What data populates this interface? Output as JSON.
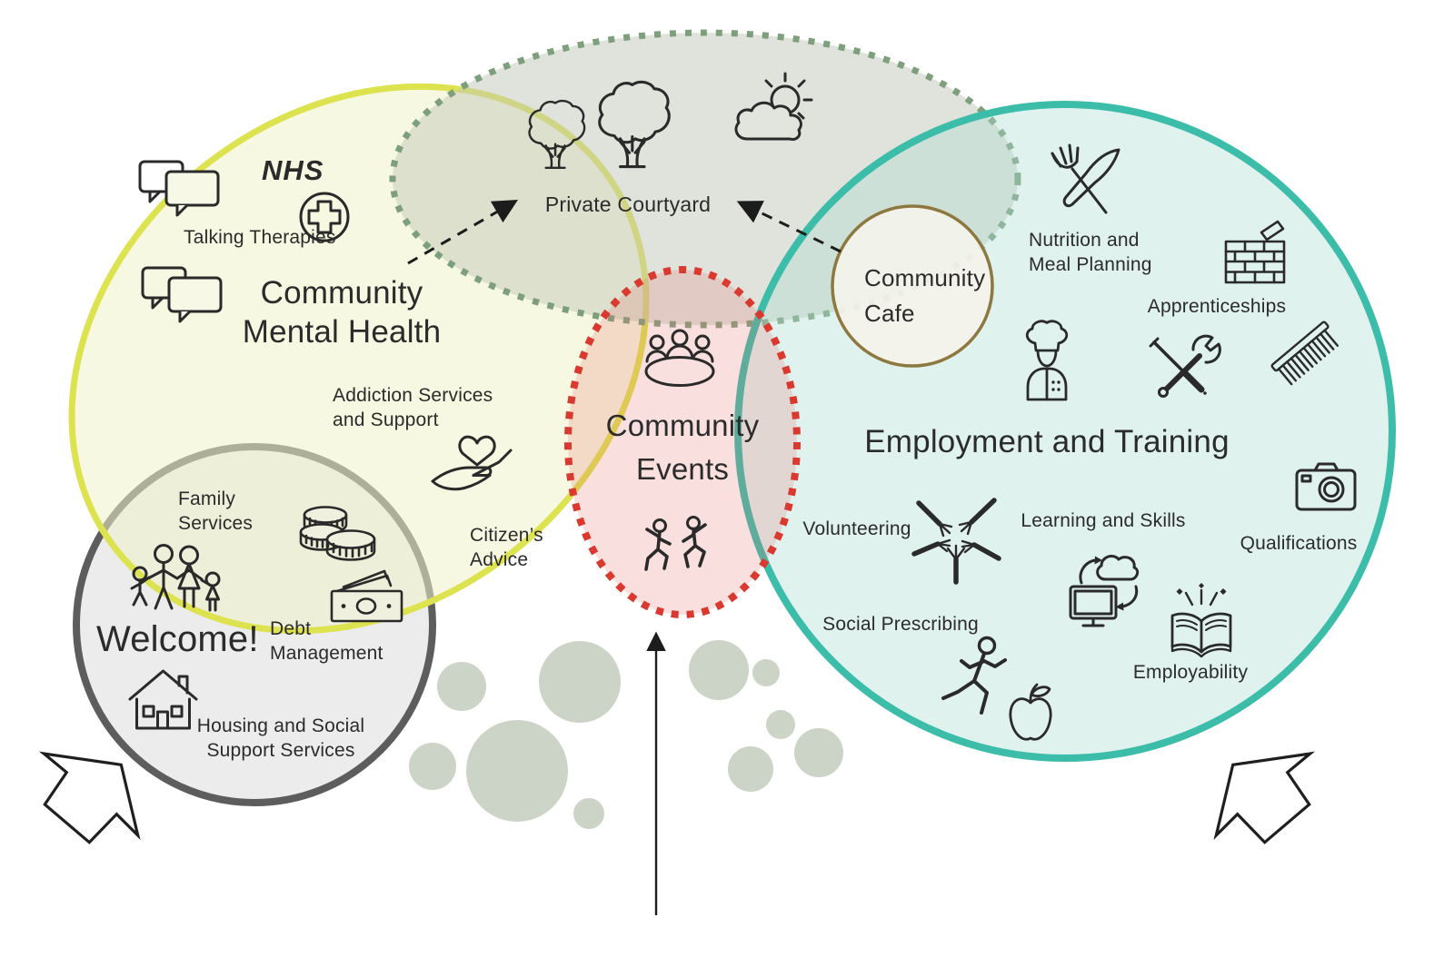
{
  "labels": {
    "talking_therapies": "Talking Therapies",
    "nhs": "NHS",
    "mental_health_title": "Community\nMental Health",
    "addiction": "Addiction Services\nand Support",
    "citizens_advice": "Citizen’s\nAdvice",
    "family_services": "Family\nServices",
    "welcome_title": "Welcome!",
    "debt_management": "Debt\nManagement",
    "housing": "Housing and Social\nSupport Services",
    "private_courtyard": "Private Courtyard",
    "community_cafe": "Community\nCafe",
    "community_events": "Community\nEvents",
    "nutrition": "Nutrition and\nMeal Planning",
    "apprenticeships": "Apprenticeships",
    "employment_title": "Employment and Training",
    "volunteering": "Volunteering",
    "learning_skills": "Learning and Skills",
    "qualifications": "Qualifications",
    "social_prescribing": "Social Prescribing",
    "employability": "Employability"
  },
  "colors": {
    "mental_health_border": "#dde24f",
    "mental_health_fill": "#f6f7e1",
    "courtyard_border": "#7d9f7b",
    "courtyard_fill": "#e4e7df",
    "employment_border": "#3bbda9",
    "employment_fill": "#e7f4f0",
    "events_border": "#da392f",
    "events_fill": "#f6dedd",
    "cafe_border": "#8d783f",
    "cafe_fill": "#f4f3ea",
    "welcome_border": "#5d5d5d",
    "welcome_fill": "#ececec",
    "scatter_dots": "#ccd4c7",
    "ink": "#2a2a2a"
  },
  "icons": [
    "speech-bubbles-icon",
    "nhs-cross-icon",
    "heart-in-hand-icon",
    "family-icon",
    "coins-icon",
    "banknote-icon",
    "house-icon",
    "tree-icon",
    "sun-cloud-icon",
    "meeting-table-icon",
    "dancing-people-icon",
    "fork-knife-icon",
    "brick-wall-icon",
    "chef-icon",
    "tools-icon",
    "comb-icon",
    "camera-icon",
    "hands-together-icon",
    "computer-cloud-icon",
    "open-book-icon",
    "runner-icon",
    "apple-icon",
    "up-arrow-icon",
    "corner-arrow-icon"
  ]
}
